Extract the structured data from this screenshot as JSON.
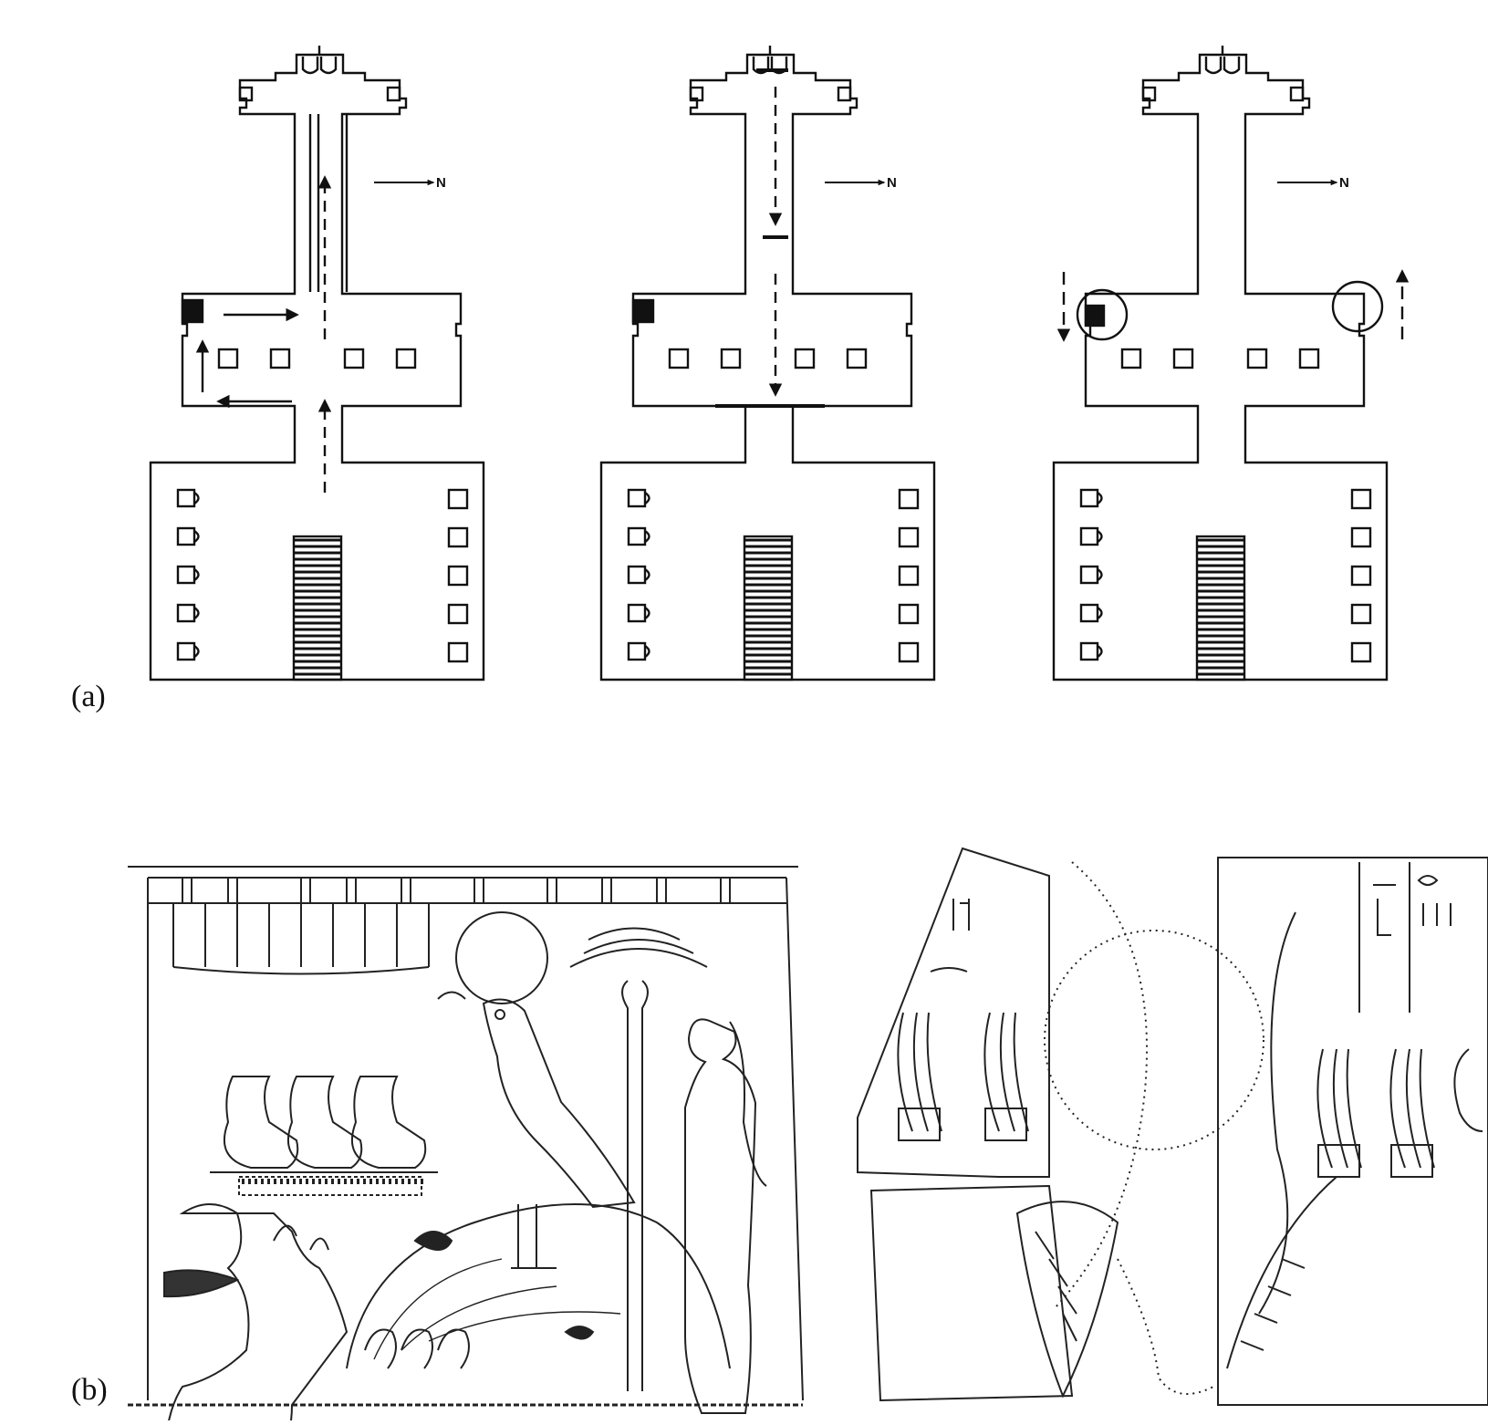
{
  "figure": {
    "panel_a_label": "(a)",
    "panel_b_label": "(b)",
    "north_marker": "N"
  },
  "plans": [
    {
      "id": "plan-1",
      "mode": "procession-inward"
    },
    {
      "id": "plan-2",
      "mode": "view-outward"
    },
    {
      "id": "plan-3",
      "mode": "corner-circles"
    }
  ],
  "colors": {
    "ink": "#111111",
    "paper": "#ffffff",
    "sketch": "#333333"
  }
}
